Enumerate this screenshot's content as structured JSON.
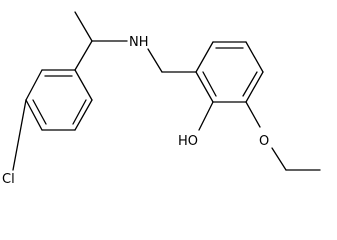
{
  "molecule": {
    "atom_labels": {
      "chlorine": "Cl",
      "amine": "NH",
      "hydroxyl": "HO",
      "ether_oxygen": "O"
    },
    "colors": {
      "bond": "#000000",
      "label": "#000000",
      "background": "#ffffff"
    }
  }
}
